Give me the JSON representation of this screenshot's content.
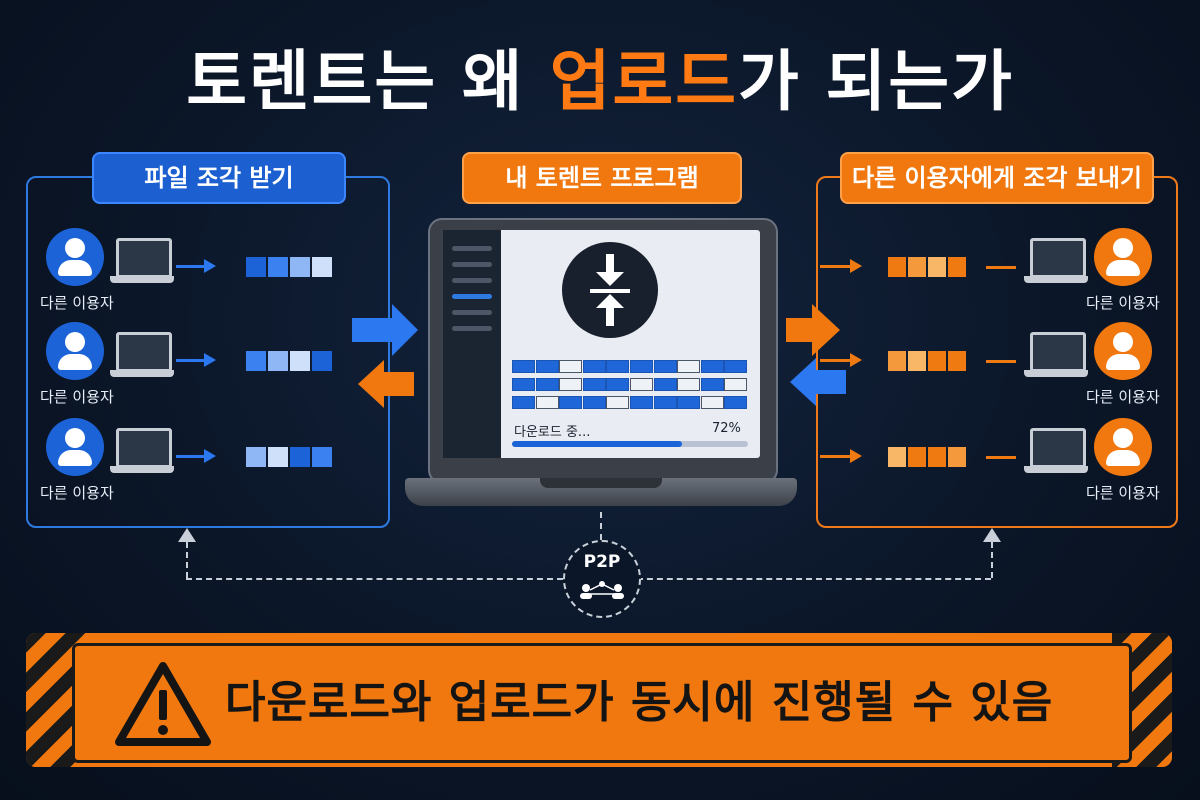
{
  "title": {
    "part1": "토렌트는 왜 ",
    "highlight": "업로드",
    "part2": "가 되는가"
  },
  "left_panel": {
    "label": "파일 조각 받기",
    "users": [
      {
        "label": "다른 이용자"
      },
      {
        "label": "다른 이용자"
      },
      {
        "label": "다른 이용자"
      }
    ]
  },
  "center": {
    "label": "내 토렌트 프로그램",
    "status_text": "다운로드 중...",
    "progress_text": "72%",
    "progress": 0.72
  },
  "right_panel": {
    "label": "다른 이용자에게 조각 보내기",
    "users": [
      {
        "label": "다른 이용자"
      },
      {
        "label": "다른 이용자"
      },
      {
        "label": "다른 이용자"
      }
    ]
  },
  "p2p": {
    "label": "P2P"
  },
  "banner": {
    "text": "다운로드와 업로드가 동시에 진행될 수 있음"
  },
  "colors": {
    "blue": "#1b64d8",
    "orange": "#f0780f",
    "background": "#0b1628"
  },
  "icons": [
    "user-icon",
    "laptop-icon",
    "download-upload-icon",
    "warning-icon",
    "network-icon"
  ]
}
